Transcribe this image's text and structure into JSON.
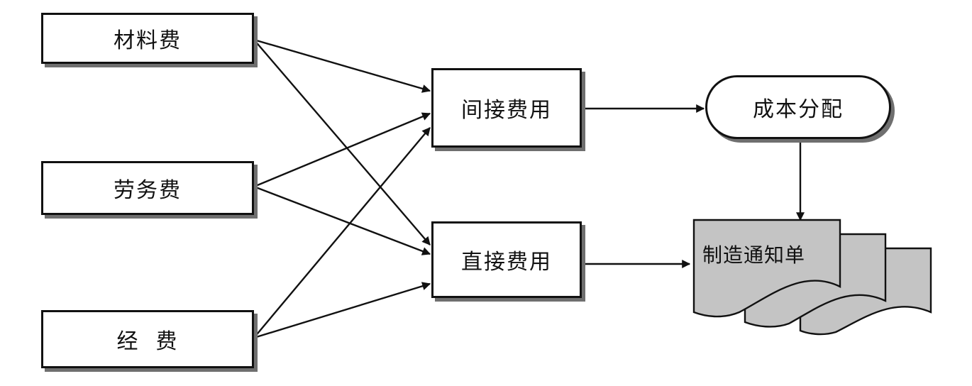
{
  "nodes": {
    "material_cost": "材料费",
    "labor_cost": "劳务费",
    "expenses": "经  费",
    "indirect_cost": "间接费用",
    "direct_cost": "直接费用",
    "cost_allocation": "成本分配",
    "manufacturing_order": "制造通知单"
  },
  "colors": {
    "line": "#111111",
    "shadow": "#6f6f6f",
    "document_fill": "#c4c4c4",
    "background": "#ffffff"
  }
}
